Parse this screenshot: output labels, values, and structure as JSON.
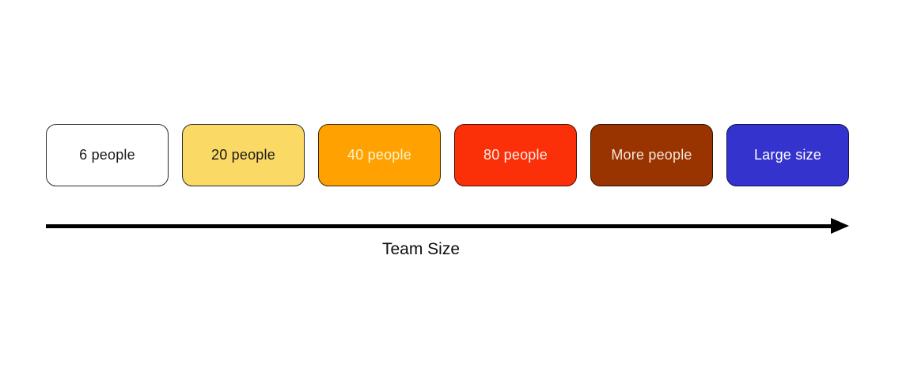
{
  "diagram": {
    "axis_label": "Team Size",
    "arrow_color": "#000000",
    "boxes": [
      {
        "label": "6 people",
        "bg": "#FFFFFF",
        "border": "#2B2B2B",
        "text_color": "#1A1A1A"
      },
      {
        "label": "20 people",
        "bg": "#FBD965",
        "border": "#2B2B2B",
        "text_color": "#1A1A1A"
      },
      {
        "label": "40 people",
        "bg": "#FFA201",
        "border": "#3A2A00",
        "text_color": "#FDF2CE"
      },
      {
        "label": "80 people",
        "bg": "#FB2F08",
        "border": "#4A0E00",
        "text_color": "#FDEDE6"
      },
      {
        "label": "More people",
        "bg": "#993300",
        "border": "#2E1000",
        "text_color": "#F3E7D9"
      },
      {
        "label": "Large size",
        "bg": "#3533CD",
        "border": "#10104A",
        "text_color": "#FFFFFF"
      }
    ]
  }
}
